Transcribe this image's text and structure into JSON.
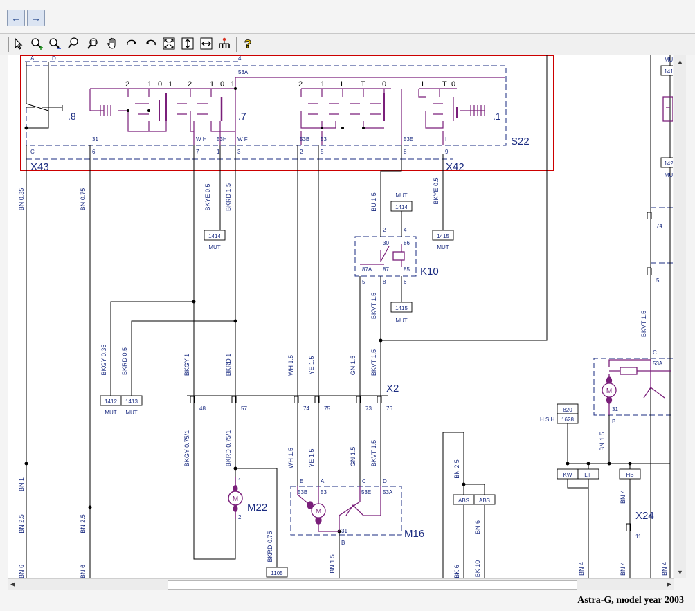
{
  "window": {
    "caption": "Astra-G, model year 2003"
  },
  "nav": {
    "back_icon": "back-arrow-icon",
    "forward_icon": "forward-arrow-icon"
  },
  "toolbar": {
    "tools": [
      "pointer-icon",
      "zoom-in-icon",
      "zoom-out-icon",
      "zoom-icon",
      "zoom-area-icon",
      "pan-hand-icon",
      "rotate-right-icon",
      "rotate-left-icon",
      "fit-page-icon",
      "fit-height-icon",
      "fit-width-icon",
      "network-icon",
      "help-icon"
    ]
  },
  "diagram": {
    "components": {
      "s22": "S22",
      "x43": "X43",
      "x42": "X42",
      "k10": "K10",
      "x2": "X2",
      "m22": "M22",
      "m16": "M16",
      "x24": "X24"
    },
    "switch_positions": {
      "a": "2",
      "b": "1",
      "c": "0",
      "d": "1",
      "e": "2",
      "f": "1",
      "g": "0",
      "h": "1",
      "i": "2",
      "j": "1",
      "k": "I",
      "l": "T",
      "m": "0",
      "n": "I",
      "o": "T",
      "p": "0",
      "left_ref": ".8",
      "mid_ref": ".7",
      "right_ref": ".1"
    },
    "pin_labels": {
      "x43_a": "A",
      "x43_d": "D",
      "x43_c": "C",
      "p4": "4",
      "p53a": "53A",
      "p31": "31",
      "pwh": "W H",
      "p53h": "53H",
      "pwf": "W F",
      "p53b": "53B",
      "p53": "53",
      "p53e": "53E",
      "pI": "I",
      "n6": "6",
      "n7": "7",
      "n1": "1",
      "n3": "3",
      "n2": "2",
      "n5": "5",
      "n8": "8",
      "n9": "9",
      "k2": "2",
      "k4": "4",
      "k30": "30",
      "k86": "86",
      "k87a": "87A",
      "k87": "87",
      "k85": "85",
      "k5": "5",
      "k8": "8",
      "k6": "6",
      "x48": "48",
      "x57": "57",
      "x74": "74",
      "x75": "75",
      "x73": "73",
      "x76": "76",
      "m22_1": "1",
      "m22_2": "2",
      "m16_e": "E",
      "m16_a": "A",
      "m16_c": "C",
      "m16_d": "D",
      "m16_53b": "53B",
      "m16_53": "53",
      "m16_53e": "53E",
      "m16_53a": "53A",
      "m16_31": "31",
      "m16_b": "B",
      "r_c": "C",
      "r_53a": "53A",
      "r_31": "31",
      "r_b": "B",
      "r_74": "74",
      "r_5": "5",
      "x24_11": "11",
      "hsh": "H S H"
    },
    "boxes": {
      "mut1414_top": "1414",
      "mut1414_top_lbl": "MUT",
      "mut1414_left": "1414",
      "mut1414_left_lbl": "MUT",
      "mut1415_top": "1415",
      "mut1415_top_lbl": "MUT",
      "mut1415_k": "1415",
      "mut1415_k_lbl": "MUT",
      "mut1412": "1412",
      "mut1413": "1413",
      "mut_l1": "MUT",
      "mut_l2": "MUT",
      "n1105": "1105",
      "abs1": "ABS",
      "abs2": "ABS",
      "n820": "820",
      "n1628": "1628",
      "kw": "KW",
      "lif": "LIF",
      "hb": "HB",
      "mu_top": "MU",
      "n141": "141",
      "n142": "142",
      "mu_mid": "MU"
    },
    "wires": {
      "bn035": "BN 0.35",
      "bn075": "BN 0.75",
      "bkye05a": "BKYE 0.5",
      "bkrd15a": "BKRD 1.5",
      "bu15": "BU 1.5",
      "bkye05b": "BKYE 0.5",
      "bkvt15a": "BKVT 1.5",
      "bkgy035": "BKGY 0.35",
      "bkrd05": "BKRD 0.5",
      "bkgy1": "BKGY 1",
      "bkrd1": "BKRD 1",
      "wh15a": "WH 1.5",
      "ye15a": "YE 1.5",
      "gn15a": "GN 1.5",
      "bkvt15b": "BKVT 1.5",
      "bkgy075": "BKGY 0.75/1",
      "bkrd075": "BKRD 0.75/1",
      "wh15b": "WH 1.5",
      "ye15b": "YE 1.5",
      "gn15b": "GN 1.5",
      "bkvt15c": "BKVT 1.5",
      "bn1": "BN 1",
      "bn25a": "BN 2.5",
      "bn6a": "BN 6",
      "bn25b": "BN 2.5",
      "bn6b": "BN 6",
      "bkrd075b": "BKRD 0.75",
      "bn15a": "BN 1.5",
      "bn25c": "BN 2.5",
      "bn6c": "BN 6",
      "bk6": "BK 6",
      "bk10": "BK 10",
      "bn15b": "BN 1.5",
      "bn4a": "BN 4",
      "bn4b": "BN 4",
      "bn4c": "BN 4",
      "bn4d": "BN 4",
      "bkvt15r": "BKVT 1.5"
    }
  },
  "colors": {
    "purple": "#7a1f7a",
    "navy": "#1a2b80",
    "red_frame": "#cc0000",
    "black": "#000000"
  }
}
